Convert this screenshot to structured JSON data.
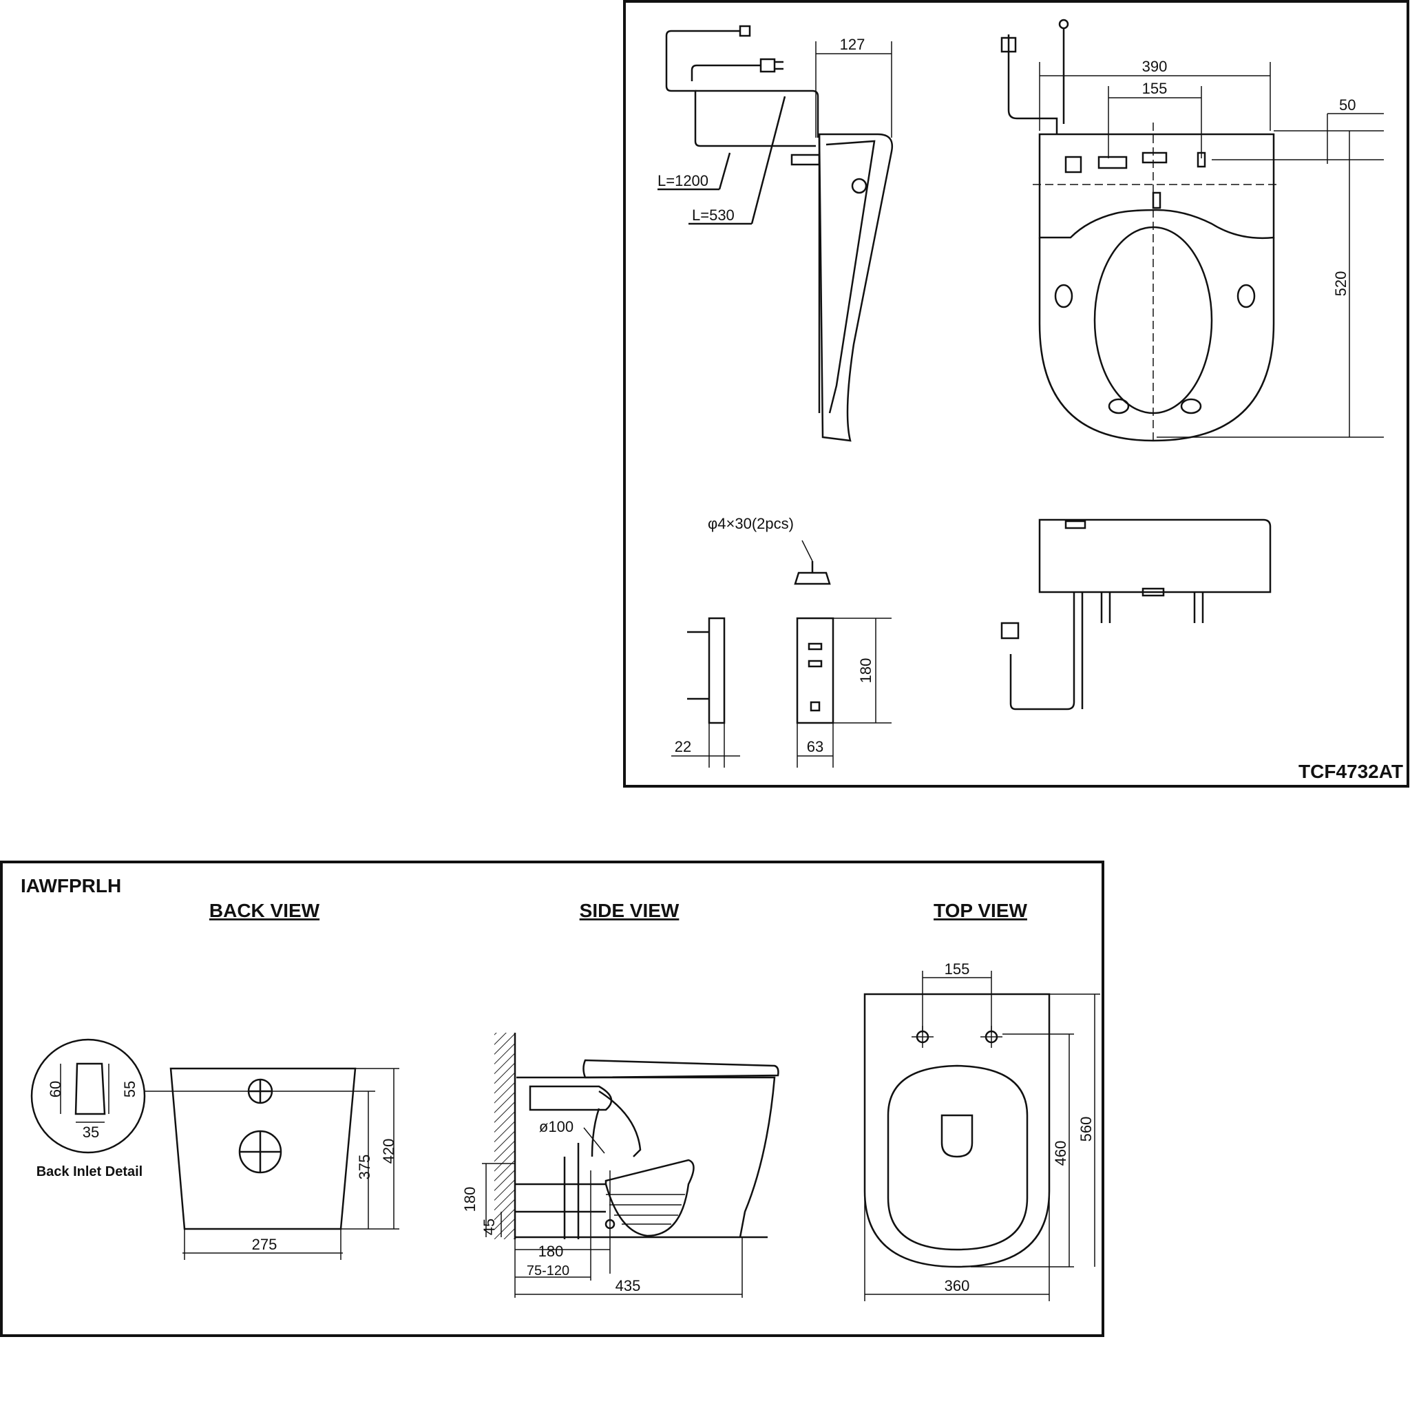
{
  "tcf": {
    "model": "TCF4732AT",
    "dims": {
      "d127": "127",
      "d390": "390",
      "d155": "155",
      "d50": "50",
      "d520": "520",
      "l1200": "L=1200",
      "l530": "L=530",
      "screw": "φ4×30(2pcs)",
      "d180": "180",
      "d22": "22",
      "d63": "63"
    }
  },
  "iaw": {
    "model": "IAWFPRLH",
    "views": {
      "back": "BACK VIEW",
      "side": "SIDE VIEW",
      "top": "TOP VIEW"
    },
    "back_detail_label": "Back Inlet Detail",
    "dims": {
      "d60": "60",
      "d55": "55",
      "d35": "35",
      "d275": "275",
      "d375": "375",
      "d420": "420",
      "d100": "ø100",
      "d180v": "180",
      "d45": "45",
      "d180h": "180",
      "d75_120": "75-120",
      "d435": "435",
      "d155": "155",
      "d460": "460",
      "d560": "560",
      "d360": "360"
    }
  }
}
